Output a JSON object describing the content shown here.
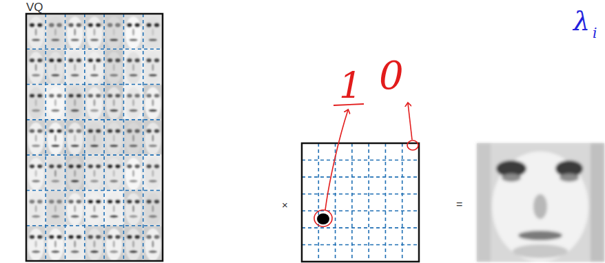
{
  "diagram": {
    "title": "VQ",
    "labels": [
      "×",
      "=",
      "1",
      "0",
      "λ",
      "i"
    ]
  }
}
